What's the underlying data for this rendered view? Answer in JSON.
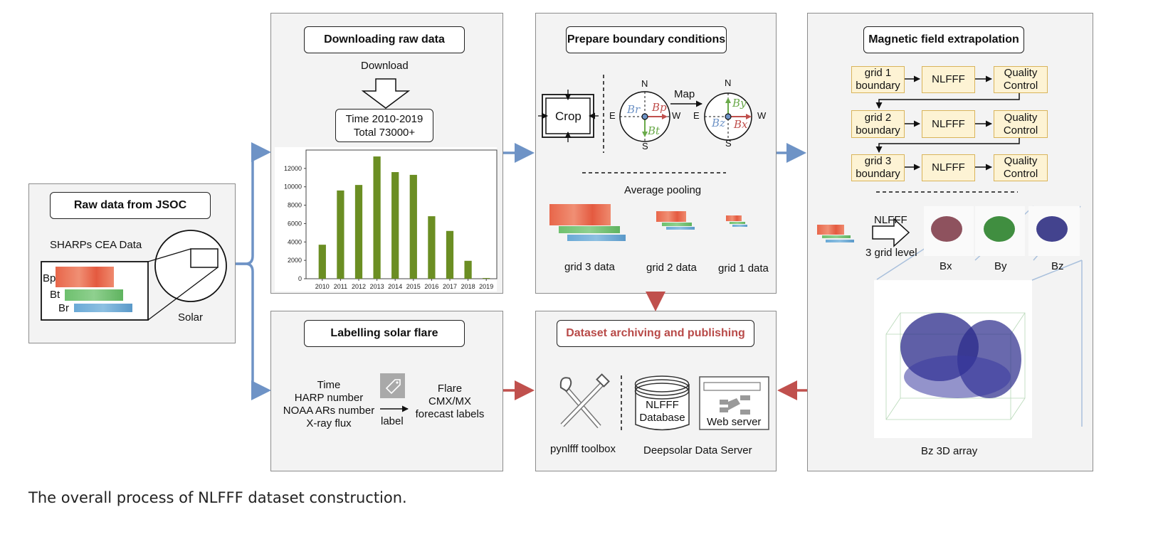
{
  "raw": {
    "title": "Raw data from JSOC",
    "sharps_label": "SHARPs CEA Data",
    "bp": "Bp",
    "bt": "Bt",
    "br": "Br",
    "solar": "Solar"
  },
  "download": {
    "title": "Downloading raw data",
    "download_label": "Download",
    "time_line": "Time 2010-2019",
    "total_line": "Total  73000+"
  },
  "chart_data": {
    "type": "bar",
    "categories": [
      "2010",
      "2011",
      "2012",
      "2013",
      "2014",
      "2015",
      "2016",
      "2017",
      "2018",
      "2019"
    ],
    "values": [
      3700,
      9600,
      10200,
      13300,
      11600,
      11300,
      6800,
      5200,
      1950,
      80
    ],
    "yticks": [
      "0",
      "2000",
      "4000",
      "6000",
      "8000",
      "10000",
      "12000"
    ],
    "ylim": [
      0,
      14000
    ],
    "bar_color": "#6b8e23",
    "title": "",
    "xlabel": "",
    "ylabel": ""
  },
  "label": {
    "title": "Labelling solar flare",
    "inputs": [
      "Time",
      "HARP number",
      "NOAA ARs number",
      "X-ray flux"
    ],
    "arrow_label": "label",
    "outputs": [
      "Flare",
      "CMX/MX",
      "forecast labels"
    ]
  },
  "boundary": {
    "title": "Prepare boundary conditions",
    "crop": "Crop",
    "map": "Map",
    "n": "N",
    "s": "S",
    "e": "E",
    "w": "W",
    "br": "Br",
    "bp": "Bp",
    "bt": "Bt",
    "by": "By",
    "bz": "Bz",
    "bx": "Bx",
    "pooling": "Average pooling",
    "grid3": "grid 3 data",
    "grid2": "grid 2 data",
    "grid1": "grid 1 data"
  },
  "archive": {
    "title": "Dataset archiving and publishing",
    "db_line1": "NLFFF",
    "db_line2": "Database",
    "web_server": "Web server",
    "toolbox": "pynlfff toolbox",
    "data_server": "Deepsolar Data Server"
  },
  "extrap": {
    "title": "Magnetic field extrapolation",
    "rows": [
      {
        "grid": [
          "grid 1",
          "boundary"
        ],
        "nlfff": "NLFFF",
        "qc": [
          "Quality",
          "Control"
        ]
      },
      {
        "grid": [
          "grid 2",
          "boundary"
        ],
        "nlfff": "NLFFF",
        "qc": [
          "Quality",
          "Control"
        ]
      },
      {
        "grid": [
          "grid 3",
          "boundary"
        ],
        "nlfff": "NLFFF",
        "qc": [
          "Quality",
          "Control"
        ]
      }
    ],
    "nlfff_arrow": "NLFFF",
    "grid_level": "3 grid level",
    "bx": "Bx",
    "by": "By",
    "bz": "Bz",
    "array_label": "Bz  3D  array"
  },
  "colors": {
    "blue_arrow": "#6e93c6",
    "red_arrow": "#c0504d",
    "archive_title": "#b84a48"
  },
  "caption": "The overall process of NLFFF dataset construction."
}
